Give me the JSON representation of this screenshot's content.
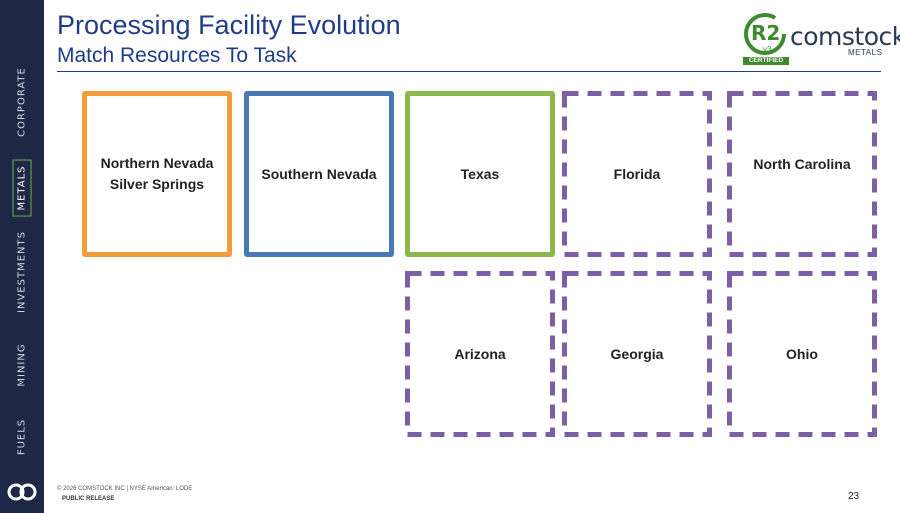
{
  "sidebar": {
    "items": [
      {
        "label": "CORPORATE",
        "active": false
      },
      {
        "label": "METALS",
        "active": true
      },
      {
        "label": "INVESTMENTS",
        "active": false
      },
      {
        "label": "MINING",
        "active": false
      },
      {
        "label": "FUELS",
        "active": false
      }
    ],
    "logo_icon": "comstock-infinity-icon"
  },
  "header": {
    "title": "Processing Facility Evolution",
    "subtitle": "Match Resources To Task"
  },
  "brand": {
    "badge_text": "R2",
    "badge_version": "v3",
    "badge_caption": "CERTIFIED",
    "name": "comstock",
    "division": "METALS"
  },
  "facilities": [
    {
      "label": "Northern Nevada\nSilver Springs",
      "color": "#f39c3c",
      "style": "solid"
    },
    {
      "label": "Southern Nevada",
      "color": "#4a78b5",
      "style": "solid"
    },
    {
      "label": "Texas",
      "color": "#8cb84a",
      "style": "solid"
    },
    {
      "label": "Florida",
      "color": "#7d5fa6",
      "style": "dashed"
    },
    {
      "label": "North Carolina",
      "color": "#7d5fa6",
      "style": "dashed"
    },
    {
      "label": "Arizona",
      "color": "#7d5fa6",
      "style": "dashed"
    },
    {
      "label": "Georgia",
      "color": "#7d5fa6",
      "style": "dashed"
    },
    {
      "label": "Ohio",
      "color": "#7d5fa6",
      "style": "dashed"
    }
  ],
  "footer": {
    "copyright": "© 2026 COMSTOCK INC | NYSE American: LODE",
    "release": "PUBLIC RELEASE",
    "page_number": "23"
  }
}
